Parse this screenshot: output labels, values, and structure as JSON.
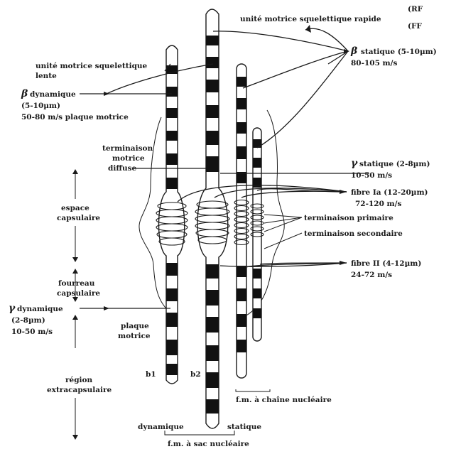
{
  "labels": {
    "rapide_line1": "unité motrice squelettique rapide",
    "rapide_rf": "(RF",
    "rapide_ff": "(FF",
    "lente_line1": "unité motrice squelettique",
    "lente_line2": "lente",
    "beta_dyn_greek": "β",
    "beta_dyn_text": "dynamique",
    "beta_dyn_size": "(5-10µm)",
    "beta_dyn_speed": "50-80 m/s plaque motrice",
    "beta_stat_greek": "β",
    "beta_stat_text": "statique (5-10µm)",
    "beta_stat_speed": "80-105 m/s",
    "term_diffuse_1": "terminaison",
    "term_diffuse_2": "motrice",
    "term_diffuse_3": "diffuse",
    "gamma_stat_greek": "γ",
    "gamma_stat_text": "statique (2-8µm)",
    "gamma_stat_speed": "10-50 m/s",
    "fibre_1a_text": "fibre Ia (12-20µm)",
    "fibre_1a_speed": "72-120 m/s",
    "term_primaire": "terminaison primaire",
    "term_secondaire": "terminaison secondaire",
    "fibre_2_text": "fibre II (4-12µm)",
    "fibre_2_speed": "24-72 m/s",
    "espace_1": "espace",
    "espace_2": "capsulaire",
    "fourreau_1": "fourreau",
    "fourreau_2": "capsulaire",
    "gamma_dyn_greek": "γ",
    "gamma_dyn_text": "dynamique",
    "gamma_dyn_size": "(2-8µm)",
    "gamma_dyn_speed": "10-50 m/s",
    "plaque_1": "plaque",
    "plaque_2": "motrice",
    "region_1": "région",
    "region_2": "extracapsulaire",
    "b1": "b1",
    "b2": "b2",
    "chaine": "f.m. à chaîne nucléaire",
    "dynamique": "dynamique",
    "statique": "statique",
    "sac": "f.m. à sac nucléaire"
  }
}
